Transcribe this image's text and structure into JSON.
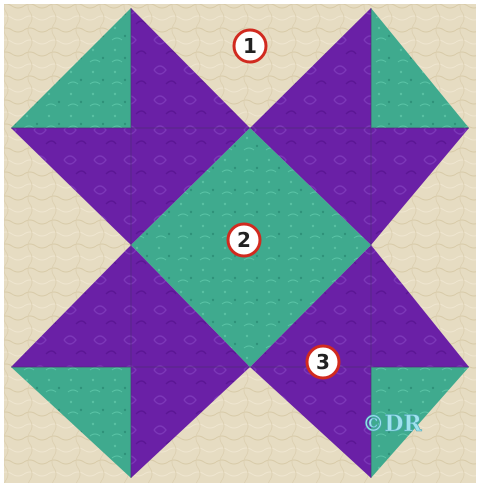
{
  "block": {
    "colors": {
      "background": "#e6dcc2",
      "teal": "#3faa8e",
      "purple": "#6a20a6",
      "seam": "#5a3c84",
      "badge_fill": "#ffffff",
      "badge_ring": "#d12a1f",
      "badge_text": "#222222",
      "logo": "#9fe3ee"
    },
    "labels": [
      {
        "number": "1",
        "patch": "background"
      },
      {
        "number": "2",
        "patch": "center-square"
      },
      {
        "number": "3",
        "patch": "star-point"
      }
    ],
    "watermark": "©DR"
  }
}
